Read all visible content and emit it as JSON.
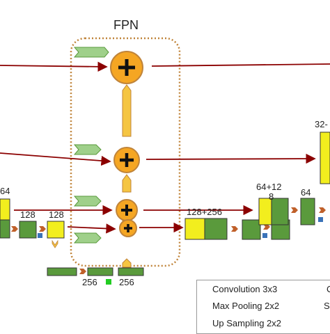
{
  "fpn_title": "FPN",
  "labels": {
    "ch_64_left": "64",
    "ch_128_a": "128",
    "ch_128_b": "128",
    "ch_256_a": "256",
    "ch_256_b": "256",
    "ch_128_256": "128+256",
    "ch_64_12_line1": "64+12",
    "ch_64_12_line2": "8",
    "ch_64_right": "64",
    "ch_32_top": "32-"
  },
  "legend": {
    "convolution": "Convolution 3x3",
    "max_pooling": "Max Pooling 2x2",
    "up_sampling": "Up Sampling 2x2",
    "cut_item": "C",
    "cut_arrow_item": "S"
  },
  "colors": {
    "conv_green": "#5a9a3c",
    "feature_yellow": "#f2ee1e",
    "light_green": "#9fd08a",
    "arrow_red": "#8b0000",
    "plus_orange": "#f5a623",
    "fpn_border": "#c0843a",
    "up_yellow": "#f5c542"
  }
}
